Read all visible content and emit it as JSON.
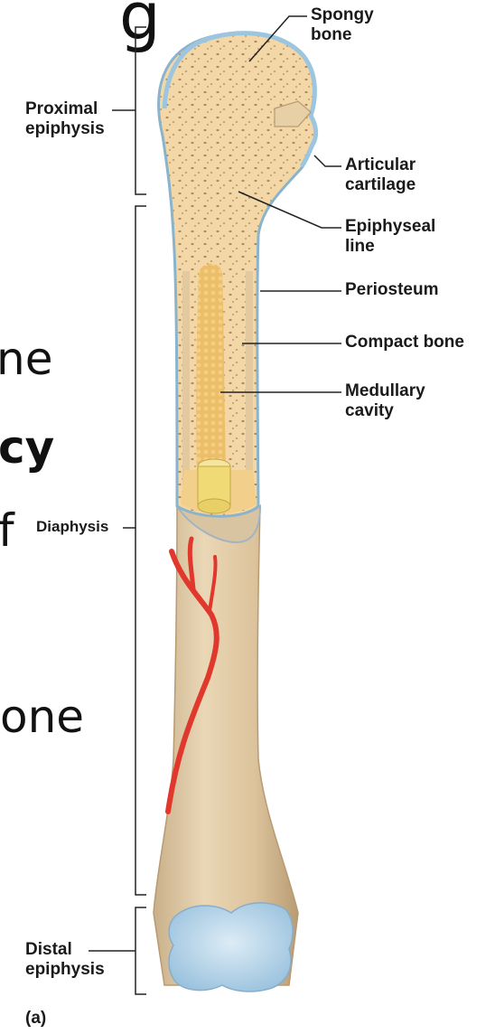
{
  "background_text": {
    "top_fragment": "g",
    "line1": "ne",
    "line2": "cy",
    "line3": "f",
    "line4": "one"
  },
  "labels": {
    "spongy_bone": "Spongy\nbone",
    "proximal_epiphysis": "Proximal\nepiphysis",
    "articular_cartilage": "Articular\ncartilage",
    "epiphyseal_line": "Epiphyseal\nline",
    "periosteum": "Periosteum",
    "compact_bone": "Compact bone",
    "medullary_cavity": "Medullary\ncavity",
    "diaphysis": "Diaphysis",
    "distal_epiphysis": "Distal\nepiphysis",
    "panel": "(a)"
  },
  "colors": {
    "bone_shaft": "#e6d2b0",
    "spongy_bone": "#f3d39e",
    "marrow": "#edc070",
    "articular_cartilage": "#a9cfe6",
    "artery": "#e0382c",
    "leader_line": "#222222"
  }
}
